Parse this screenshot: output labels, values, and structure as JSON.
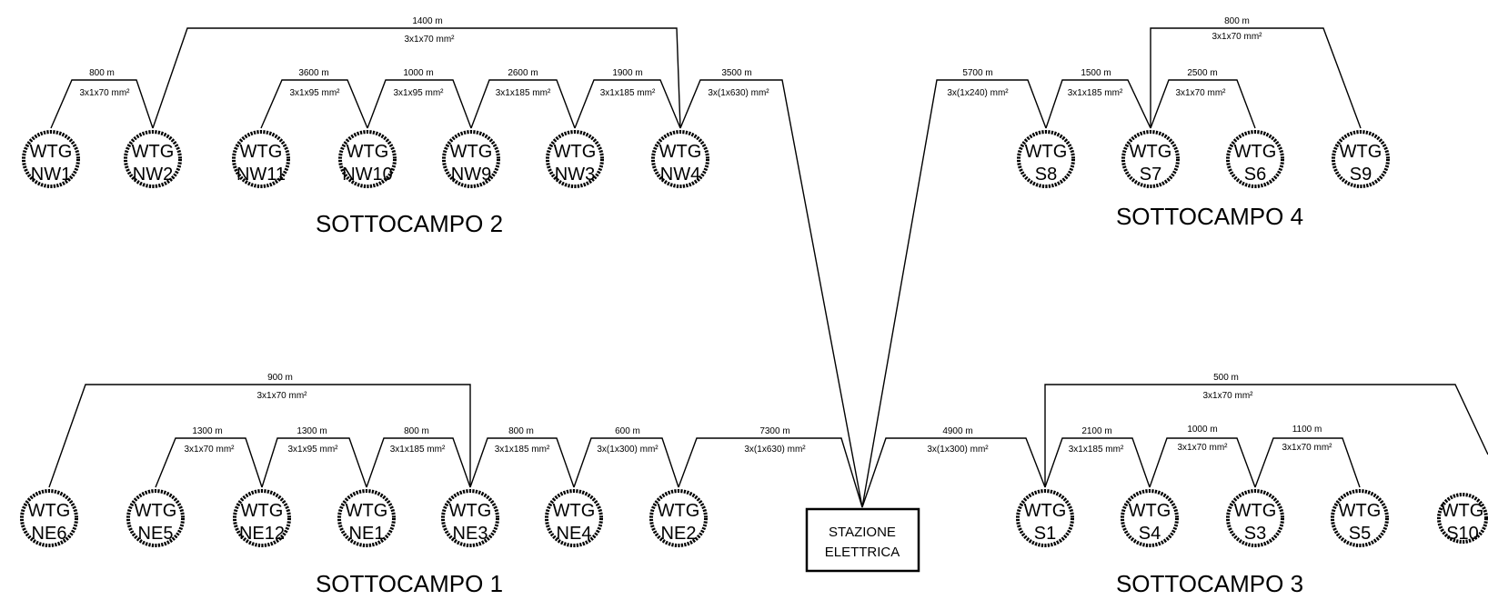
{
  "station": {
    "line1": "STAZIONE",
    "line2": "ELETTRICA"
  },
  "subfields": [
    {
      "id": "sc2",
      "title": "SOTTOCAMPO 2"
    },
    {
      "id": "sc4",
      "title": "SOTTOCAMPO 4"
    },
    {
      "id": "sc1",
      "title": "SOTTOCAMPO 1"
    },
    {
      "id": "sc3",
      "title": "SOTTOCAMPO 3"
    }
  ],
  "turbines": [
    {
      "id": "NW1",
      "top": "WTG",
      "bottom": "NW1"
    },
    {
      "id": "NW2",
      "top": "WTG",
      "bottom": "NW2"
    },
    {
      "id": "NW11",
      "top": "WTG",
      "bottom": "NW11"
    },
    {
      "id": "NW10",
      "top": "WTG",
      "bottom": "NW10"
    },
    {
      "id": "NW9",
      "top": "WTG",
      "bottom": "NW9"
    },
    {
      "id": "NW3",
      "top": "WTG",
      "bottom": "NW3"
    },
    {
      "id": "NW4",
      "top": "WTG",
      "bottom": "NW4"
    },
    {
      "id": "S8",
      "top": "WTG",
      "bottom": "S8"
    },
    {
      "id": "S7",
      "top": "WTG",
      "bottom": "S7"
    },
    {
      "id": "S6",
      "top": "WTG",
      "bottom": "S6"
    },
    {
      "id": "S9",
      "top": "WTG",
      "bottom": "S9"
    },
    {
      "id": "NE6",
      "top": "WTG",
      "bottom": "NE6"
    },
    {
      "id": "NE5",
      "top": "WTG",
      "bottom": "NE5"
    },
    {
      "id": "NE12",
      "top": "WTG",
      "bottom": "NE12"
    },
    {
      "id": "NE1",
      "top": "WTG",
      "bottom": "NE1"
    },
    {
      "id": "NE3",
      "top": "WTG",
      "bottom": "NE3"
    },
    {
      "id": "NE4",
      "top": "WTG",
      "bottom": "NE4"
    },
    {
      "id": "NE2",
      "top": "WTG",
      "bottom": "NE2"
    },
    {
      "id": "S1",
      "top": "WTG",
      "bottom": "S1"
    },
    {
      "id": "S4",
      "top": "WTG",
      "bottom": "S4"
    },
    {
      "id": "S3",
      "top": "WTG",
      "bottom": "S3"
    },
    {
      "id": "S5",
      "top": "WTG",
      "bottom": "S5"
    },
    {
      "id": "S10",
      "top": "WTG",
      "bottom": "S10"
    }
  ],
  "cables": [
    {
      "from": "NW1",
      "to": "NW2",
      "length": "800 m",
      "section": "3x1x70 mm²"
    },
    {
      "from": "NW2",
      "to": "NW4",
      "length": "1400 m",
      "section": "3x1x70 mm²"
    },
    {
      "from": "NW11",
      "to": "NW10",
      "length": "3600 m",
      "section": "3x1x95 mm²"
    },
    {
      "from": "NW10",
      "to": "NW9",
      "length": "1000 m",
      "section": "3x1x95 mm²"
    },
    {
      "from": "NW9",
      "to": "NW3",
      "length": "2600 m",
      "section": "3x1x185 mm²"
    },
    {
      "from": "NW3",
      "to": "NW4",
      "length": "1900 m",
      "section": "3x1x185 mm²"
    },
    {
      "from": "NW4",
      "to": "STAZIONE ELETTRICA",
      "length": "3500 m",
      "section": "3x(1x630) mm²"
    },
    {
      "from": "STAZIONE ELETTRICA",
      "to": "S8",
      "length": "5700 m",
      "section": "3x(1x240) mm²"
    },
    {
      "from": "S8",
      "to": "S7",
      "length": "1500 m",
      "section": "3x1x185 mm²"
    },
    {
      "from": "S7",
      "to": "S6",
      "length": "2500 m",
      "section": "3x1x70 mm²"
    },
    {
      "from": "S7",
      "to": "S9",
      "length": "800 m",
      "section": "3x1x70 mm²"
    },
    {
      "from": "NE6",
      "to": "NE3",
      "length": "900 m",
      "section": "3x1x70 mm²"
    },
    {
      "from": "NE5",
      "to": "NE12",
      "length": "1300 m",
      "section": "3x1x70 mm²"
    },
    {
      "from": "NE12",
      "to": "NE1",
      "length": "1300 m",
      "section": "3x1x95 mm²"
    },
    {
      "from": "NE1",
      "to": "NE3",
      "length": "800 m",
      "section": "3x1x185 mm²"
    },
    {
      "from": "NE3",
      "to": "NE4",
      "length": "800 m",
      "section": "3x1x185 mm²"
    },
    {
      "from": "NE4",
      "to": "NE2",
      "length": "600 m",
      "section": "3x(1x300) mm²"
    },
    {
      "from": "NE2",
      "to": "STAZIONE ELETTRICA",
      "length": "7300 m",
      "section": "3x(1x630) mm²"
    },
    {
      "from": "STAZIONE ELETTRICA",
      "to": "S1",
      "length": "4900 m",
      "section": "3x(1x300) mm²"
    },
    {
      "from": "S1",
      "to": "S4",
      "length": "2100 m",
      "section": "3x1x185 mm²"
    },
    {
      "from": "S4",
      "to": "S3",
      "length": "1000 m",
      "section": "3x1x70 mm²"
    },
    {
      "from": "S3",
      "to": "S5",
      "length": "1100 m",
      "section": "3x1x70 mm²"
    },
    {
      "from": "S1",
      "to": "S10",
      "length": "500 m",
      "section": "3x1x70 mm²"
    }
  ]
}
